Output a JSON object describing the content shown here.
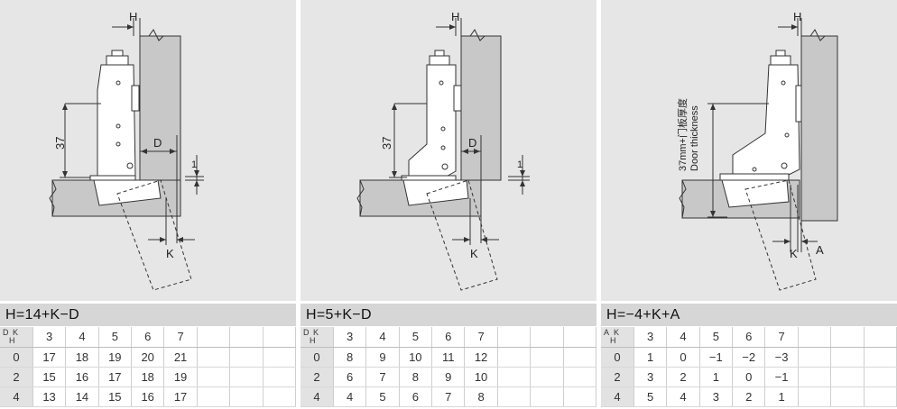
{
  "panels": [
    {
      "formula": "H=14+K−D",
      "labels": {
        "h": "H",
        "d": "D",
        "k": "K",
        "dim37": "37",
        "one": "1"
      },
      "corner": {
        "left": "D",
        "sub": "H",
        "right": "K"
      },
      "header": [
        "3",
        "4",
        "5",
        "6",
        "7",
        "",
        "",
        ""
      ],
      "rows": [
        {
          "h": "0",
          "cells": [
            "17",
            "18",
            "19",
            "20",
            "21",
            "",
            "",
            ""
          ]
        },
        {
          "h": "2",
          "cells": [
            "15",
            "16",
            "17",
            "18",
            "19",
            "",
            "",
            ""
          ]
        },
        {
          "h": "4",
          "cells": [
            "13",
            "14",
            "15",
            "16",
            "17",
            "",
            "",
            ""
          ]
        }
      ]
    },
    {
      "formula": "H=5+K−D",
      "labels": {
        "h": "H",
        "d": "D",
        "k": "K",
        "dim37": "37",
        "one": "1"
      },
      "corner": {
        "left": "D",
        "sub": "H",
        "right": "K"
      },
      "header": [
        "3",
        "4",
        "5",
        "6",
        "7",
        "",
        "",
        ""
      ],
      "rows": [
        {
          "h": "0",
          "cells": [
            "8",
            "9",
            "10",
            "11",
            "12",
            "",
            "",
            ""
          ]
        },
        {
          "h": "2",
          "cells": [
            "6",
            "7",
            "8",
            "9",
            "10",
            "",
            "",
            ""
          ]
        },
        {
          "h": "4",
          "cells": [
            "4",
            "5",
            "6",
            "7",
            "8",
            "",
            "",
            ""
          ]
        }
      ]
    },
    {
      "formula": "H=−4+K+A",
      "labels": {
        "h": "H",
        "k": "K",
        "a": "A",
        "thickness_cn": "37mm+门板厚度",
        "thickness_en": "Door thickness"
      },
      "corner": {
        "left": "A",
        "sub": "H",
        "right": "K"
      },
      "header": [
        "3",
        "4",
        "5",
        "6",
        "7",
        "",
        "",
        ""
      ],
      "rows": [
        {
          "h": "0",
          "cells": [
            "1",
            "0",
            "−1",
            "−2",
            "−3",
            "",
            "",
            ""
          ]
        },
        {
          "h": "2",
          "cells": [
            "3",
            "2",
            "1",
            "0",
            "−1",
            "",
            "",
            ""
          ]
        },
        {
          "h": "4",
          "cells": [
            "5",
            "4",
            "3",
            "2",
            "1",
            "",
            "",
            ""
          ]
        }
      ]
    }
  ]
}
